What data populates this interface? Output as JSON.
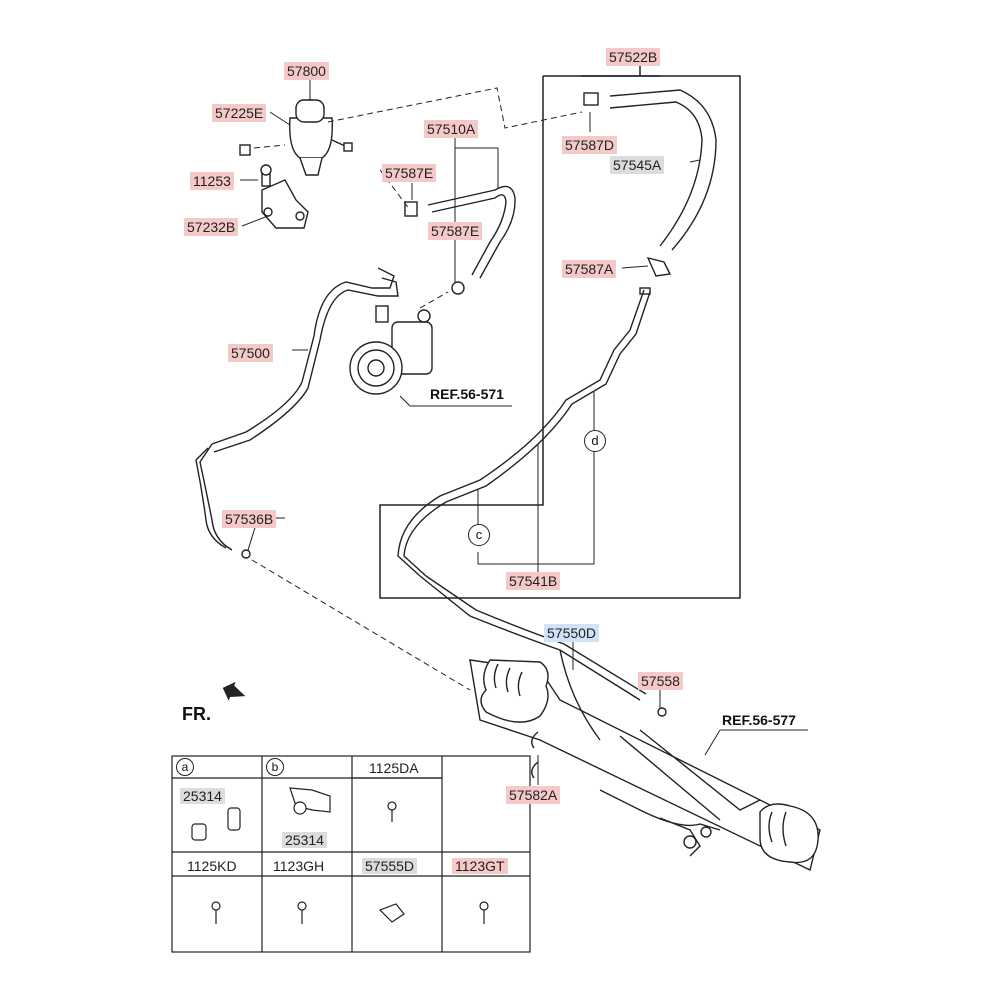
{
  "parts": {
    "p57800": "57800",
    "p57225E": "57225E",
    "p11253": "11253",
    "p57232B": "57232B",
    "p57510A": "57510A",
    "p57587E_top": "57587E",
    "p57587E_bottom": "57587E",
    "p57522B": "57522B",
    "p57587D": "57587D",
    "p57545A": "57545A",
    "p57587A": "57587A",
    "p57500": "57500",
    "p57536B": "57536B",
    "p57541B": "57541B",
    "p57550D": "57550D",
    "p57558": "57558",
    "p57582A": "57582A"
  },
  "refs": {
    "ref1": "REF.56-571",
    "ref2": "REF.56-577"
  },
  "callouts": {
    "c": "c",
    "d": "d"
  },
  "direction": "FR.",
  "table": {
    "row1": [
      {
        "circle": "a",
        "label": "",
        "part": "25314"
      },
      {
        "circle": "b",
        "label": "",
        "part": "25314"
      },
      {
        "circle": "",
        "label": "1125DA",
        "part": ""
      }
    ],
    "row2": [
      {
        "label": "1125KD"
      },
      {
        "label": "1123GH"
      },
      {
        "label": "57555D"
      },
      {
        "label": "1123GT"
      }
    ]
  },
  "colors": {
    "part_highlight": "#f6c9c9",
    "secondary_highlight": "#dcdcdc",
    "selected_highlight": "#cfe2f7",
    "line": "#222222"
  }
}
